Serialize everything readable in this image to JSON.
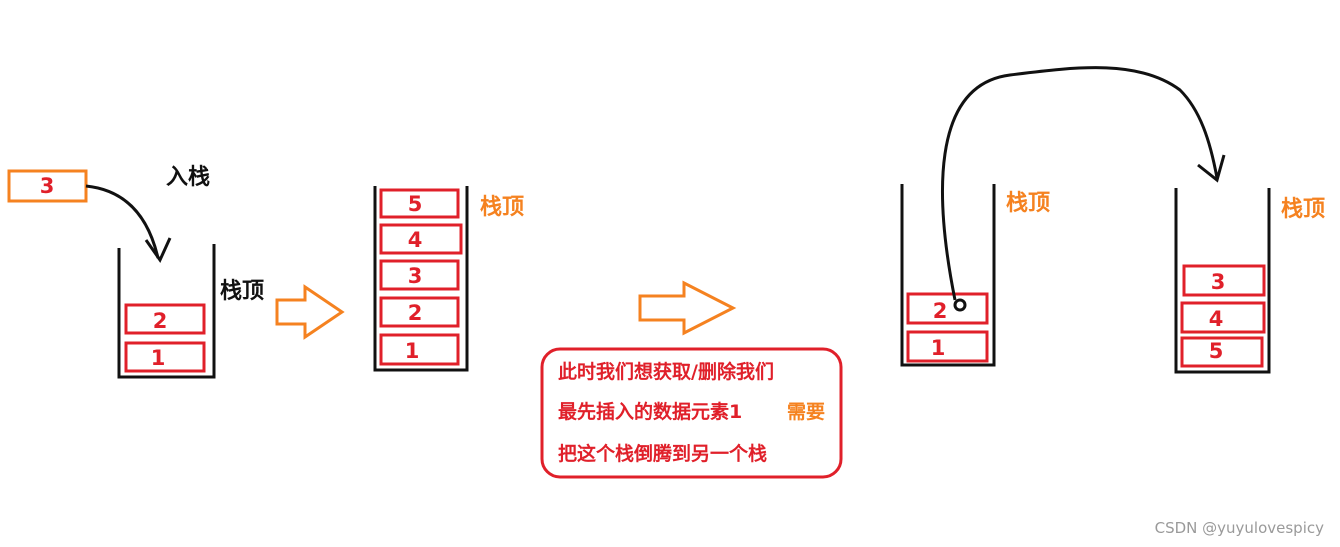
{
  "colors": {
    "red": "#e0202a",
    "orange": "#f58220",
    "black": "#111111",
    "watermark": "#9a9a9a"
  },
  "push_label": "入栈",
  "incoming_element": "3",
  "stack_top_label": "栈顶",
  "stack_a": {
    "items": [
      "2",
      "1"
    ],
    "top_label": "栈顶"
  },
  "stack_b": {
    "items": [
      "5",
      "4",
      "3",
      "2",
      "1"
    ],
    "top_label": "栈顶"
  },
  "stack_c": {
    "items": [
      "2",
      "1"
    ],
    "top_label": "栈顶"
  },
  "stack_d": {
    "items": [
      "3",
      "4",
      "5"
    ],
    "top_label": "栈顶"
  },
  "note": {
    "line1": "此时我们想获取/删除我们",
    "line2_red": "最先插入的数据元素1",
    "line2_orange": "需要",
    "line3": "把这个栈倒腾到另一个栈"
  },
  "watermark": "CSDN @yuyulovespicy"
}
